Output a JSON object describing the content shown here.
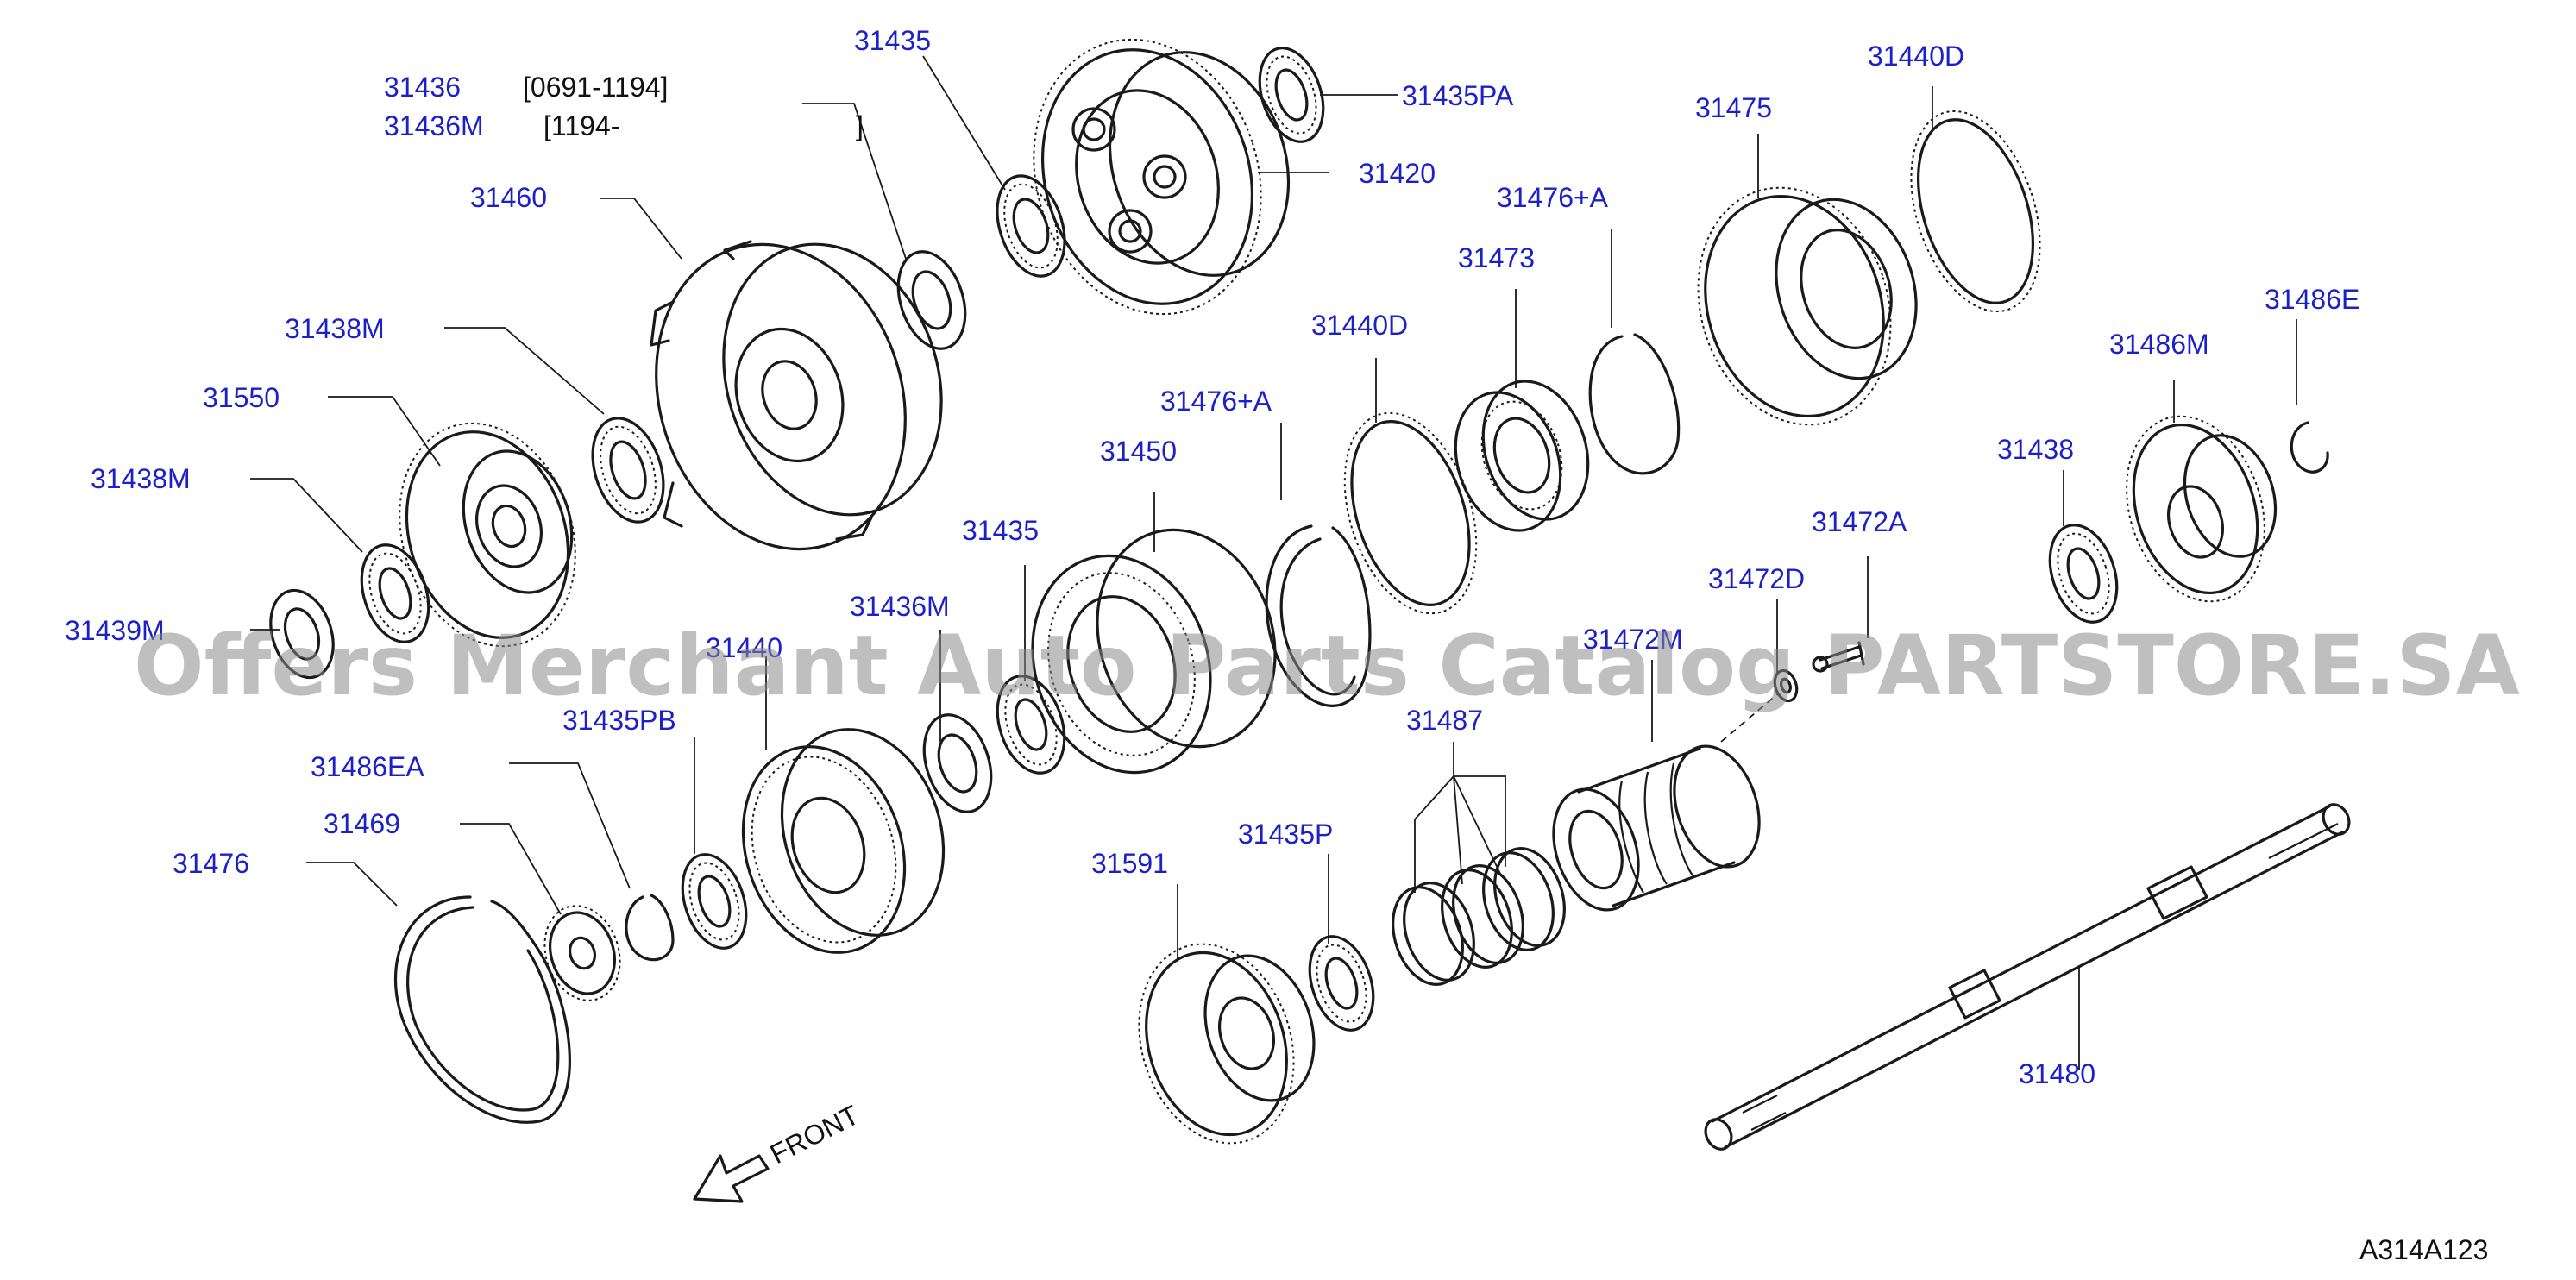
{
  "diagram": {
    "figure_code": "A314A123",
    "front_label": "FRONT",
    "watermark": "Offers Merchant Auto Parts Catalog PARTSTORE.SA",
    "date_notes": [
      {
        "part": "31436",
        "range": "[0691-1194]"
      },
      {
        "part": "31436M",
        "range": "[1194-",
        "close": "]"
      }
    ],
    "parts": [
      "31435",
      "31435PA",
      "31420",
      "31460",
      "31438M",
      "31550",
      "31438M",
      "31439M",
      "31440",
      "31435PB",
      "31486EA",
      "31469",
      "31476",
      "31436M",
      "31435",
      "31450",
      "31476+A",
      "31440D",
      "31473",
      "31476+A",
      "31475",
      "31440D",
      "31486E",
      "31486M",
      "31438",
      "31472A",
      "31472D",
      "31472M",
      "31487",
      "31435P",
      "31591",
      "31480"
    ]
  }
}
